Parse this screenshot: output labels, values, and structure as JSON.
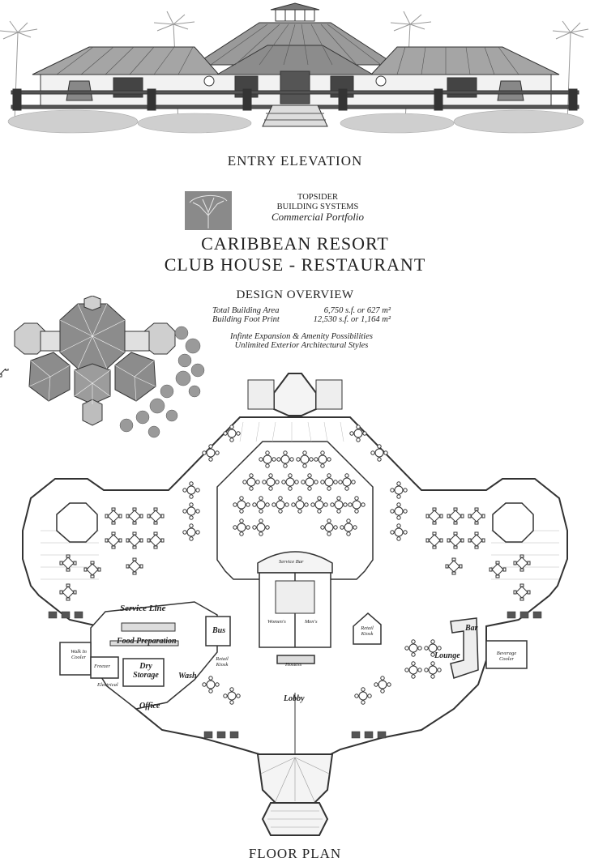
{
  "elevation": {
    "caption": "ENTRY ELEVATION"
  },
  "brand": {
    "line1": "TOPSIDER",
    "line2": "BUILDING SYSTEMS",
    "line3": "Commercial Portfolio"
  },
  "project": {
    "title_line1": "CARIBBEAN RESORT",
    "title_line2": "CLUB HOUSE - RESTAURANT"
  },
  "overview": {
    "heading": "DESIGN OVERVIEW",
    "stats": [
      {
        "label": "Total Building Area",
        "value": "6,750 s.f. or 627 m²"
      },
      {
        "label": "Building Foot Print",
        "value": "12,530 s.f. or 1,164 m²"
      }
    ],
    "notes": [
      "Infinte Expansion & Amenity Possibilities",
      "Unlimited Exterior Architectural Styles"
    ]
  },
  "floor_plan": {
    "caption": "FLOOR PLAN",
    "rooms": {
      "service_bar": "Service Bar",
      "service_line": "Service Line",
      "food_preparation": "Food Preparation",
      "walk_in_cooler": "Walk In Cooler",
      "freezer": "Freezer",
      "dry_storage": "Dry Storage",
      "electrical": "Electrical",
      "office": "Office",
      "wash": "Wash",
      "bus": "Bus",
      "retail_kiosk_left": "Retail Kiosk",
      "retail_kiosk_right": "Retail Kiosk",
      "womens": "Women's",
      "mens": "Men's",
      "hostess": "Hostess",
      "lobby": "Lobby",
      "lounge": "Lounge",
      "bar": "Bar",
      "beverage_cooler": "Beverage Cooler"
    }
  },
  "colors": {
    "line": "#333333",
    "roof": "#8c8c8c",
    "roof_light": "#cfcfcf",
    "tree": "#9a9a9a"
  }
}
